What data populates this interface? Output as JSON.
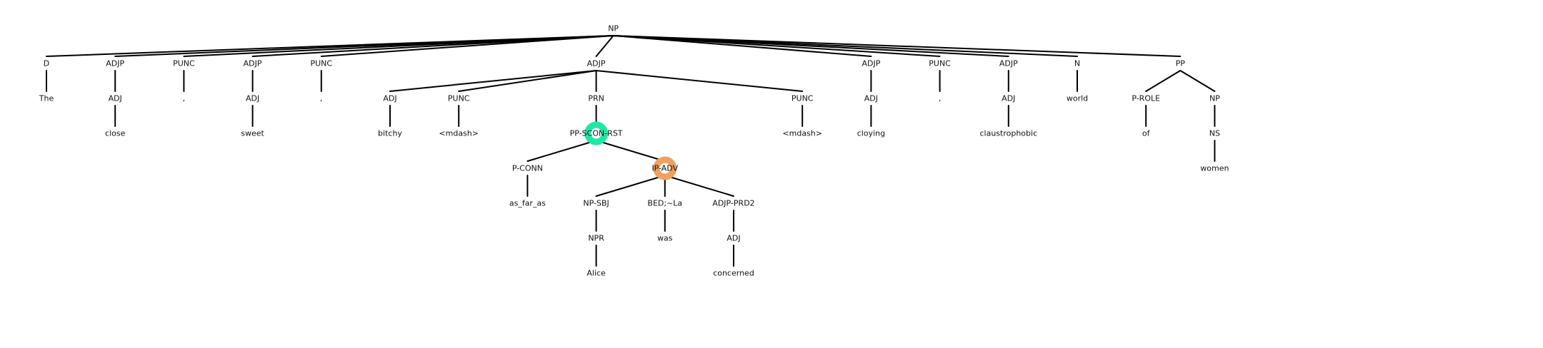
{
  "tree": {
    "label": "NP",
    "children": [
      {
        "label": "D",
        "children": [
          {
            "label": "The",
            "children": []
          }
        ]
      },
      {
        "label": "ADJP",
        "children": [
          {
            "label": "ADJ",
            "children": [
              {
                "label": "close",
                "children": []
              }
            ]
          }
        ]
      },
      {
        "label": "PUNC",
        "children": [
          {
            "label": ",",
            "children": []
          }
        ]
      },
      {
        "label": "ADJP",
        "children": [
          {
            "label": "ADJ",
            "children": [
              {
                "label": "sweet",
                "children": []
              }
            ]
          }
        ]
      },
      {
        "label": "PUNC",
        "children": [
          {
            "label": ",",
            "children": []
          }
        ]
      },
      {
        "label": "ADJP",
        "children": [
          {
            "label": "ADJ",
            "children": [
              {
                "label": "bitchy",
                "children": []
              }
            ]
          },
          {
            "label": "PUNC",
            "children": [
              {
                "label": "<mdash>",
                "children": []
              }
            ]
          },
          {
            "label": "PRN",
            "children": [
              {
                "label": "PP-SCON-RST",
                "highlight": "teal",
                "children": [
                  {
                    "label": "P-CONN",
                    "children": [
                      {
                        "label": "as_far_as",
                        "children": []
                      }
                    ]
                  },
                  {
                    "label": "IP-ADV",
                    "highlight": "orange",
                    "children": [
                      {
                        "label": "NP-SBJ",
                        "children": [
                          {
                            "label": "NPR",
                            "children": [
                              {
                                "label": "Alice",
                                "children": []
                              }
                            ]
                          }
                        ]
                      },
                      {
                        "label": "BED;~La",
                        "children": [
                          {
                            "label": "was",
                            "children": []
                          }
                        ]
                      },
                      {
                        "label": "ADJP-PRD2",
                        "children": [
                          {
                            "label": "ADJ",
                            "children": [
                              {
                                "label": "concerned",
                                "children": []
                              }
                            ]
                          }
                        ]
                      }
                    ]
                  }
                ]
              }
            ]
          },
          {
            "label": "PUNC",
            "children": [
              {
                "label": "<mdash>",
                "children": []
              }
            ]
          }
        ]
      },
      {
        "label": "ADJP",
        "children": [
          {
            "label": "ADJ",
            "children": [
              {
                "label": "cloying",
                "children": []
              }
            ]
          }
        ]
      },
      {
        "label": "PUNC",
        "children": [
          {
            "label": ",",
            "children": []
          }
        ]
      },
      {
        "label": "ADJP",
        "children": [
          {
            "label": "ADJ",
            "children": [
              {
                "label": "claustrophobic",
                "children": []
              }
            ]
          }
        ]
      },
      {
        "label": "N",
        "children": [
          {
            "label": "world",
            "children": []
          }
        ]
      },
      {
        "label": "PP",
        "children": [
          {
            "label": "P-ROLE",
            "children": [
              {
                "label": "of",
                "children": []
              }
            ]
          },
          {
            "label": "NP",
            "children": [
              {
                "label": "NS",
                "children": [
                  {
                    "label": "women",
                    "children": []
                  }
                ]
              }
            ]
          }
        ]
      }
    ]
  },
  "colors": {
    "teal": "#1de9a4",
    "orange": "#f0a060",
    "edge": "#000000",
    "text": "#111111"
  }
}
